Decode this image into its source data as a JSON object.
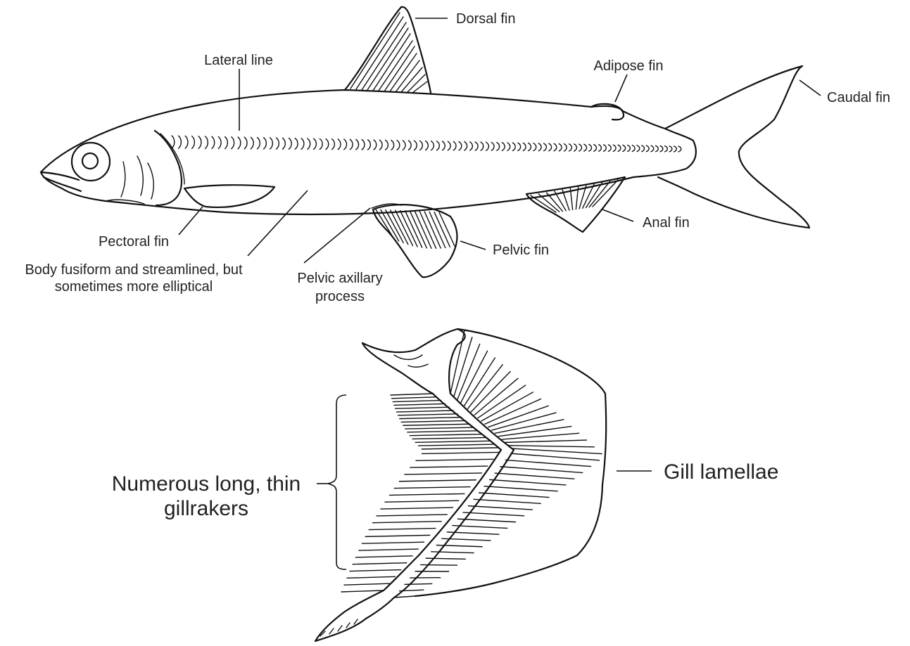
{
  "fish_labels": {
    "dorsal_fin": "Dorsal fin",
    "lateral_line": "Lateral line",
    "adipose_fin": "Adipose fin",
    "caudal_fin": "Caudal fin",
    "anal_fin": "Anal fin",
    "pelvic_fin": "Pelvic fin",
    "pectoral_fin": "Pectoral fin",
    "body_line1": "Body fusiform and streamlined, but",
    "body_line2": "sometimes more elliptical",
    "pelvic_axillary_line1": "Pelvic axillary",
    "pelvic_axillary_line2": "process"
  },
  "gill_labels": {
    "gillrakers_line1": "Numerous long, thin",
    "gillrakers_line2": "gillrakers",
    "gill_lamellae": "Gill lamellae"
  }
}
